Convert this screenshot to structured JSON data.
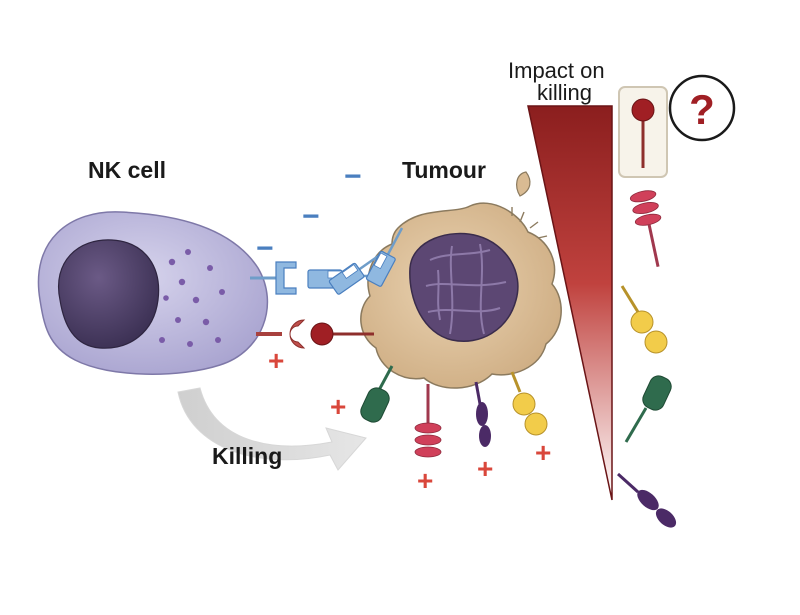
{
  "labels": {
    "nk_cell": "NK cell",
    "tumour": "Tumour",
    "killing": "Killing",
    "impact_line1": "Impact on",
    "impact_line2": "killing",
    "question": "?"
  },
  "signs": {
    "minus": "−",
    "plus": "+"
  },
  "colors": {
    "nk_cell": "#b7b3d8",
    "nk_nucleus": "#4a3f63",
    "nk_granules": "#7a5ca8",
    "tumour_body": "#d9bb93",
    "tumour_nucleus": "#5c4773",
    "inhibitory_sign": "#4a7fbf",
    "activating_sign": "#d9473b",
    "gradient_dark": "#8b1e1e",
    "gradient_light": "#ffffff",
    "ligand_red": "#a01f24",
    "ligand_pink": "#d0405a",
    "ligand_yellow": "#f2cc4a",
    "ligand_green": "#2f6b4d",
    "ligand_purple": "#4b2a66",
    "receptor_blue": "#8fb8e0",
    "receptor_red": "#c0504d"
  },
  "icons": {
    "question_badge": "question-circle-icon",
    "killing_arrow": "curved-arrow-icon"
  }
}
